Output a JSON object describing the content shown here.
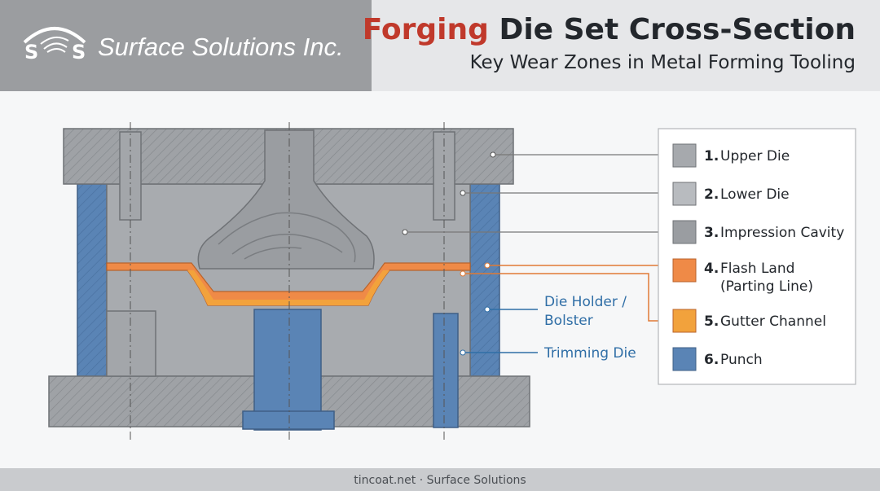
{
  "brand": {
    "name": "Surface Solutions Inc.",
    "logo_letters": [
      "S",
      "S"
    ]
  },
  "title": {
    "accent": "Forging",
    "rest": " Die Set Cross-Section",
    "subtitle": "Key Wear Zones in Metal Forming Tooling"
  },
  "callouts": {
    "die_holder_line1": "Die Holder /",
    "die_holder_line2": "Bolster",
    "trimming_die": "Trimming Die"
  },
  "legend": {
    "items": [
      {
        "num": "1.",
        "label": "Upper Die",
        "color": "#a6a9ad"
      },
      {
        "num": "2.",
        "label": "Lower Die",
        "color": "#b8bbbf"
      },
      {
        "num": "3.",
        "label": "Impression Cavity",
        "color": "#9a9da1"
      },
      {
        "num": "4.",
        "label": "Flash Land",
        "label2": "(Parting Line)",
        "color": "#ef8a47"
      },
      {
        "num": "5.",
        "label": "Gutter Channel",
        "color": "#f2a23c"
      },
      {
        "num": "6.",
        "label": "Punch",
        "color": "#5a84b5"
      }
    ]
  },
  "colors": {
    "steel": "#9fa2a6",
    "blue": "#5a84b5",
    "orange": "#ef8a47",
    "callout_blue": "#2f6ea6",
    "title_accent": "#c0392b"
  },
  "footer": {
    "text": "tincoat.net · Surface Solutions"
  }
}
